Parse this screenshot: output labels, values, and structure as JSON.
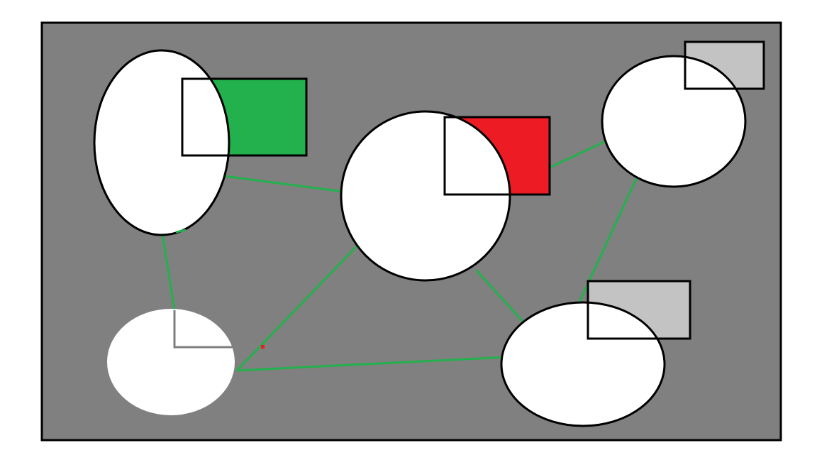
{
  "colors": {
    "page_background": "#ffffff",
    "panel_fill": "#808080",
    "panel_stroke": "#000000",
    "node_fill": "#ffffff",
    "node_stroke": "#000000",
    "edge": "#22b14c",
    "box_green": "#22b14c",
    "box_red": "#ed1c24",
    "box_gray": "#c3c3c3",
    "box_stroke": "#000000",
    "marker_gray": "#7f7f7f"
  },
  "nodes": [
    {
      "id": "node-top-left"
    },
    {
      "id": "node-center"
    },
    {
      "id": "node-top-right"
    },
    {
      "id": "node-bottom-left"
    },
    {
      "id": "node-bottom-right"
    }
  ],
  "boxes": [
    {
      "id": "box-green",
      "color": "green"
    },
    {
      "id": "box-red",
      "color": "red"
    },
    {
      "id": "box-gray-top-right",
      "color": "gray"
    },
    {
      "id": "box-gray-bottom-right",
      "color": "gray"
    }
  ],
  "edges": [
    {
      "from": "node-top-left",
      "to": "node-center"
    },
    {
      "from": "node-top-left",
      "to": "node-bottom-left"
    },
    {
      "from": "node-center",
      "to": "node-bottom-left"
    },
    {
      "from": "node-center",
      "to": "node-bottom-right"
    },
    {
      "from": "node-bottom-left",
      "to": "node-bottom-right"
    },
    {
      "from": "node-top-right",
      "to": "node-bottom-right"
    },
    {
      "from": "box-red",
      "to": "node-top-right"
    }
  ]
}
